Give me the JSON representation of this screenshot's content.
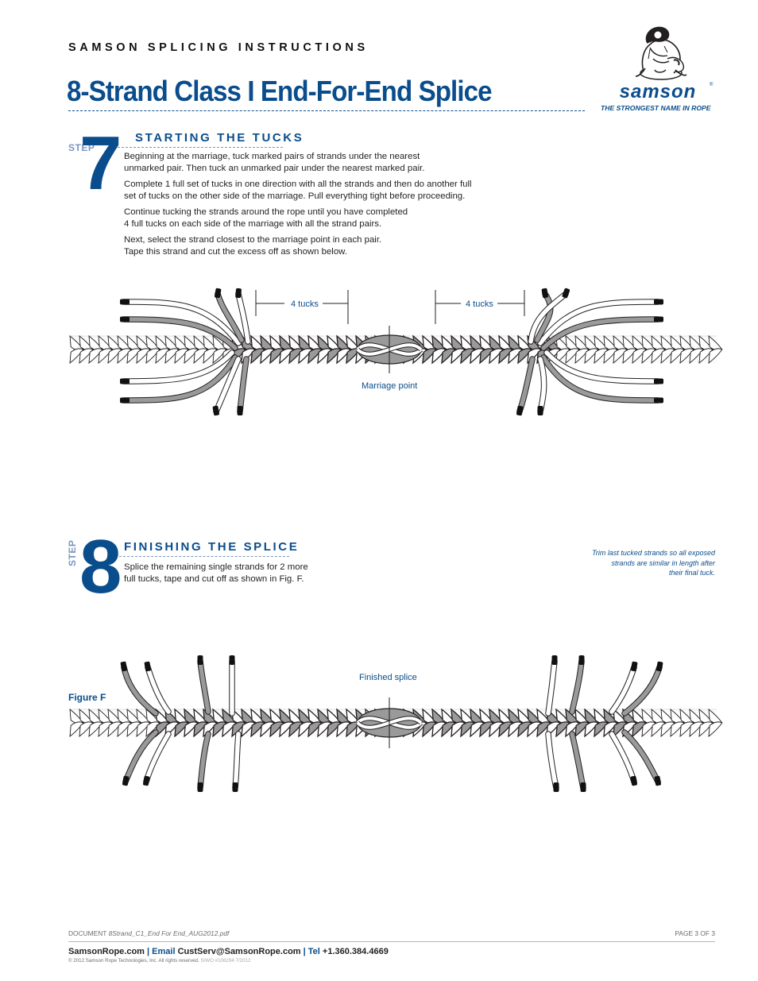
{
  "header": {
    "kicker": "SAMSON SPLICING INSTRUCTIONS",
    "title": "8-Strand Class I End-For-End Splice"
  },
  "logo": {
    "wordmark": "samson",
    "registered": "®",
    "tagline": "THE STRONGEST NAME IN ROPE"
  },
  "step7": {
    "word": "STEP",
    "number": "7",
    "heading": "STARTING THE TUCKS",
    "paragraphs": [
      "Beginning at the marriage, tuck marked pairs of strands under the nearest\nunmarked pair. Then tuck an unmarked pair under the nearest marked pair.",
      "Complete 1 full set of tucks in one direction with all the strands and then do another full\nset of tucks on the other side of the marriage. Pull everything tight before proceeding.",
      "Continue tucking the strands around the rope until you have completed\n4 full tucks on each side of the marriage with all the strand pairs.",
      "Next, select the strand closest to the marriage point in each pair.\nTape this strand and cut the excess off as shown below."
    ],
    "figure": {
      "left_label": "4 tucks",
      "right_label": "4 tucks",
      "center_label": "Marriage point"
    }
  },
  "step8": {
    "word": "STEP",
    "number": "8",
    "heading": "FINISHING THE SPLICE",
    "paragraphs": [
      "Splice the remaining single strands for 2 more\nfull tucks, tape and cut off as shown in Fig. F."
    ],
    "note": "Trim last tucked strands so all exposed\nstrands are similar in length after\ntheir final tuck.",
    "figure": {
      "label": "Figure F",
      "center_label": "Finished splice"
    }
  },
  "footer": {
    "doc_prefix": "DOCUMENT ",
    "doc_name": "8Strand_C1_End For End_AUG2012.pdf",
    "page": "PAGE 3 OF 3",
    "website": "SamsonRope.com",
    "sep1": "  |  ",
    "email_label": "Email ",
    "email": "CustServ@SamsonRope.com",
    "sep2": "  |  ",
    "tel_label": "Tel ",
    "tel": "+1.360.384.4669",
    "copyright": "© 2012 Samson Rope Technologies, Inc.  All rights reserved.  ",
    "code": "S/WO #108294 7/2012"
  },
  "colors": {
    "brand_blue": "#0a4d8c",
    "step_light_blue": "#7a96c2",
    "marked_strand": "#9a9a9a",
    "unmarked_strand": "#ffffff"
  },
  "icons": {
    "logo_mascot": "samson-strongman-lion-icon"
  }
}
